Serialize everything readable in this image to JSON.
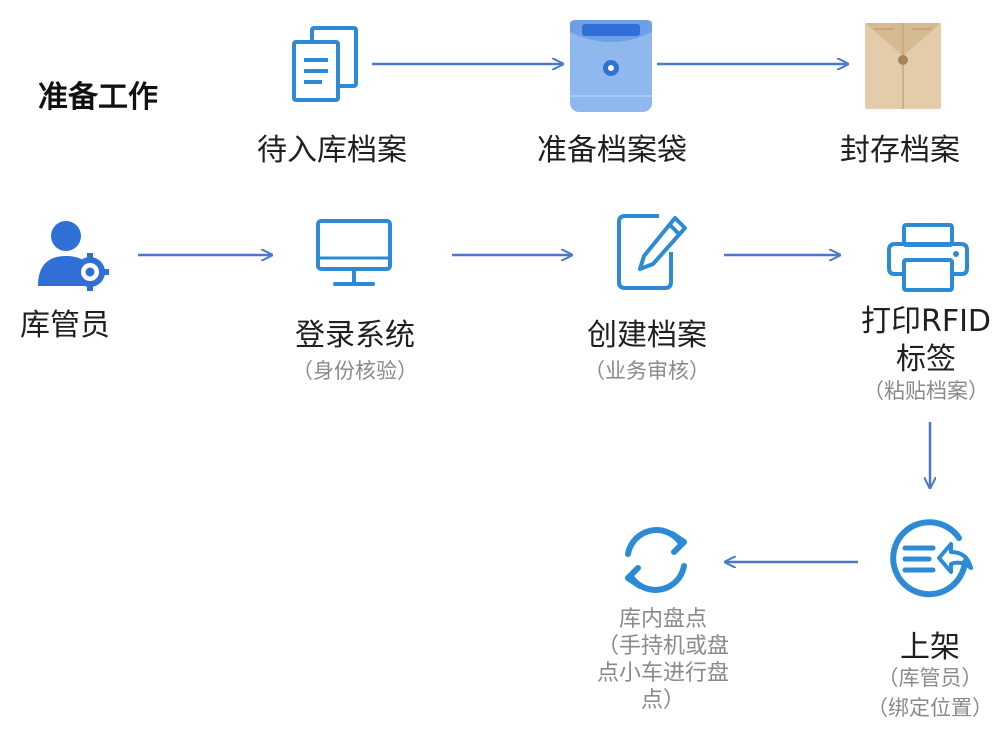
{
  "section_title": "准备工作",
  "prep_steps": [
    {
      "label": "待入库档案"
    },
    {
      "label": "准备档案袋"
    },
    {
      "label": "封存档案"
    }
  ],
  "actor": {
    "label": "库管员"
  },
  "flow_steps": [
    {
      "label": "登录系统",
      "sub": "（身份核验）"
    },
    {
      "label": "创建档案",
      "sub": "（业务审核）"
    },
    {
      "label_line1": "打印RFID",
      "label_line2": "标签",
      "sub": "（粘贴档案）"
    },
    {
      "label": "上架",
      "sub_line1": "（库管员）",
      "sub_line2": "（绑定位置）"
    },
    {
      "lines": [
        "库内盘点",
        "（手持机或盘",
        "点小车进行盘",
        "点）"
      ]
    }
  ],
  "colors": {
    "primary_blue": "#2d8bd6",
    "arrow_blue": "#4a79c9",
    "envelope_tan": "#e2ccaa",
    "bag_blue": "#8fb8ef"
  },
  "icons": [
    "documents-icon",
    "file-bag-icon",
    "sealed-envelope-icon",
    "user-gear-icon",
    "monitor-icon",
    "edit-document-icon",
    "printer-icon",
    "shelve-icon",
    "refresh-icon"
  ]
}
